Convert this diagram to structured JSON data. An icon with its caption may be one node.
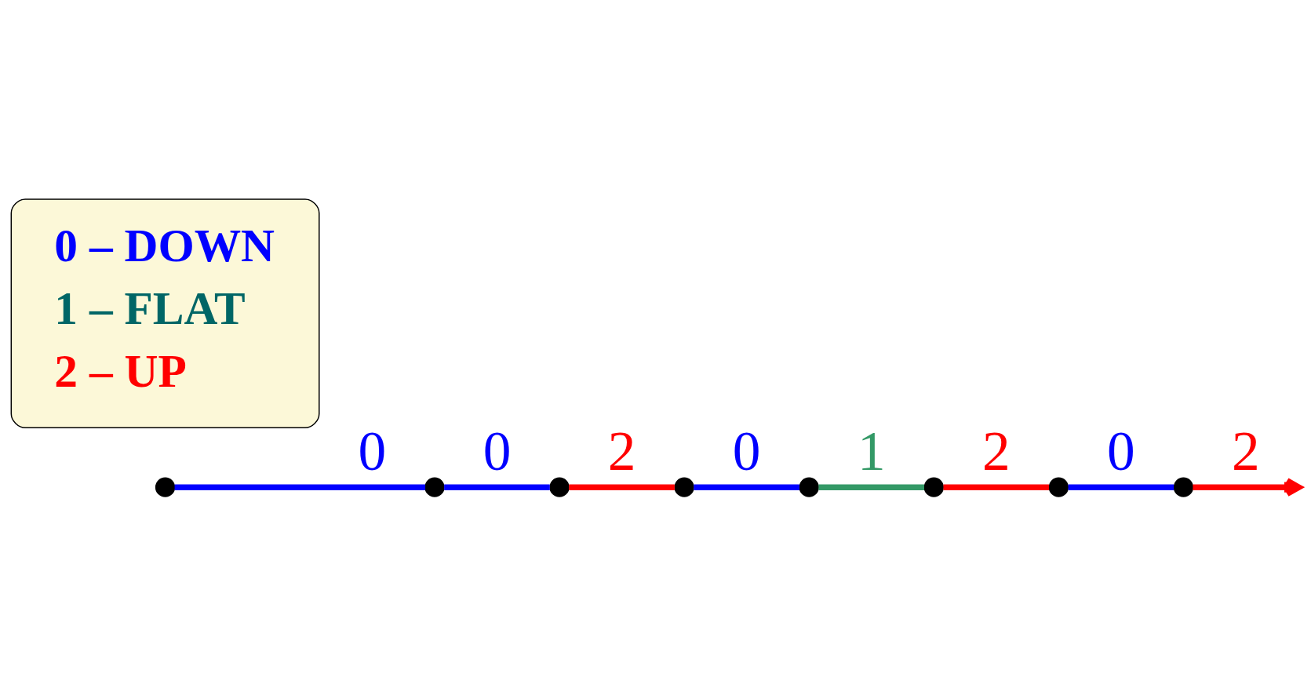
{
  "diagram": {
    "nodes": [
      {
        "text": [],
        "shape": "circle"
      },
      {
        "text": [],
        "shape": "circle"
      },
      {
        "text": [],
        "shape": "circle"
      },
      {
        "text": [],
        "shape": "circle"
      },
      {
        "text": [],
        "shape": "circle"
      },
      {
        "text": [],
        "shape": "circle"
      },
      {
        "text": [],
        "shape": "circle"
      },
      {
        "text": [],
        "shape": "circle"
      },
      {
        "text": [
          "0 – DOWN",
          "1 – FLAT",
          "2 – UP"
        ]
      }
    ],
    "edges": [
      {
        "from": 0,
        "to": 1,
        "arrow": "none",
        "label": "0"
      },
      {
        "from": 1,
        "to": 2,
        "arrow": "none",
        "label": "0"
      },
      {
        "from": 2,
        "to": 3,
        "arrow": "none",
        "label": "2",
        "color": "#ff0000"
      },
      {
        "from": 3,
        "to": 4,
        "arrow": "none",
        "label": "0"
      },
      {
        "from": 4,
        "to": 5,
        "arrow": "none",
        "label": "1",
        "color": "#339966"
      },
      {
        "from": 5,
        "to": 6,
        "arrow": "none",
        "label": "2",
        "color": "#ff0000"
      },
      {
        "from": 6,
        "to": 7,
        "arrow": "none",
        "label": "0"
      },
      {
        "from": 7,
        "to": null,
        "arrow": "to",
        "label": "2",
        "color": "#ff0000"
      }
    ]
  }
}
